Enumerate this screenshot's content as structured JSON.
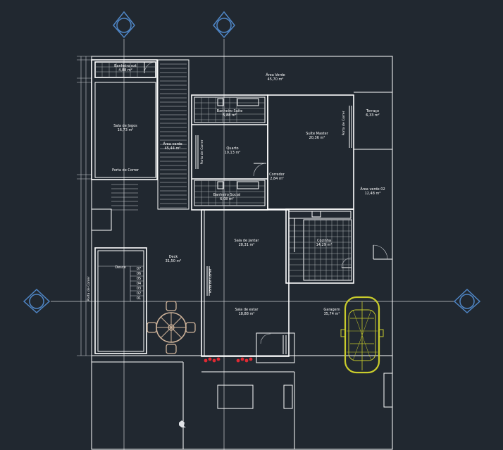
{
  "rooms": [
    {
      "id": "banheiro-ext",
      "name": "Banheiro ext",
      "area": "4,88 m²"
    },
    {
      "id": "area-verde-top",
      "name": "Área Verde",
      "area": "45,70 m²"
    },
    {
      "id": "banheiro-suite",
      "name": "Banheiro Suíte",
      "area": "5,88 m²"
    },
    {
      "id": "terraco",
      "name": "Terraço",
      "area": "6,33 m²"
    },
    {
      "id": "sala-jogos",
      "name": "Sala de Jogos",
      "area": "16,73 m²"
    },
    {
      "id": "suite-master",
      "name": "Suíte Master",
      "area": "20,36 m²"
    },
    {
      "id": "area-verde-mid",
      "name": "Área verde",
      "area": "45,44 m²"
    },
    {
      "id": "quarto",
      "name": "Quarto",
      "area": "10,13 m²"
    },
    {
      "id": "corredor",
      "name": "Corredor",
      "area": "2,84 m²"
    },
    {
      "id": "banheiro-social",
      "name": "Banheiro Social",
      "area": "6,08 m²"
    },
    {
      "id": "area-verde-02",
      "name": "Área verde 02",
      "area": "12,48 m²"
    },
    {
      "id": "sala-jantar",
      "name": "Sala de Jantar",
      "area": "28,31 m²"
    },
    {
      "id": "cozinha",
      "name": "Cozinha",
      "area": "14,29 m²"
    },
    {
      "id": "deck",
      "name": "Deck",
      "area": "31,50 m²"
    },
    {
      "id": "sala-estar",
      "name": "Sala de estar",
      "area": "18,88 m²"
    },
    {
      "id": "garagem",
      "name": "Garagem",
      "area": "35,74 m²"
    }
  ],
  "labels": {
    "porta_correr": "Porta de Correr",
    "desce": "Desce"
  },
  "stair_steps": [
    "07",
    "06",
    "05",
    "04",
    "03",
    "02",
    "01"
  ],
  "colors": {
    "background": "#212830",
    "walls": "#ffffff",
    "axis_markers": "#4f86c6",
    "furniture": "#cdb299",
    "car": "#c9cc2c",
    "plants": "#e02a33"
  }
}
